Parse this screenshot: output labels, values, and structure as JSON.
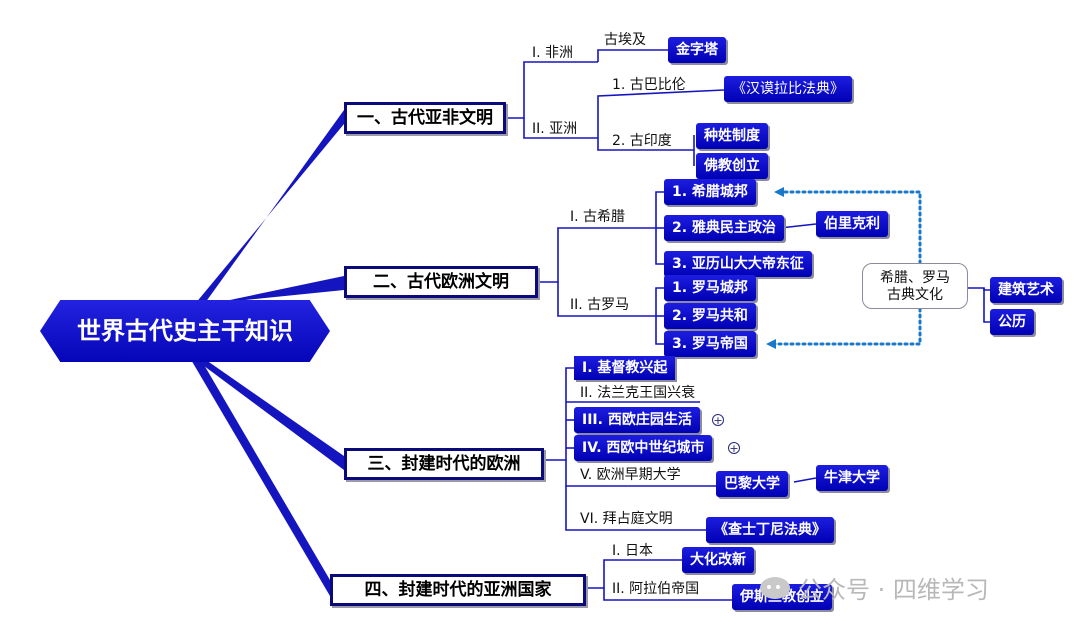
{
  "root": "世界古代史主干知识",
  "branches": {
    "b1": {
      "label": "一、古代亚非文明",
      "africa": {
        "label": "I. 非洲",
        "egypt": "古埃及",
        "pyramid": "金字塔"
      },
      "asia": {
        "label": "II. 亚洲",
        "babylon": "1. 古巴比伦",
        "hammurabi": "《汉谟拉比法典》",
        "india": "2. 古印度",
        "caste": "种姓制度",
        "buddhism": "佛教创立"
      }
    },
    "b2": {
      "label": "二、古代欧洲文明",
      "greece": {
        "label": "I. 古希腊",
        "city_states": "1. 希腊城邦",
        "athens": "2. 雅典民主政治",
        "pericles": "伯里克利",
        "alexander": "3. 亚历山大大帝东征"
      },
      "rome": {
        "label": "II. 古罗马",
        "city_state": "1. 罗马城邦",
        "republic": "2. 罗马共和",
        "empire": "3. 罗马帝国"
      },
      "classical": {
        "line1": "希腊、罗马",
        "line2": "古典文化",
        "architecture": "建筑艺术",
        "calendar": "公历"
      }
    },
    "b3": {
      "label": "三、封建时代的欧洲",
      "christianity": "I. 基督教兴起",
      "franks": "II. 法兰克王国兴衰",
      "manor": "III. 西欧庄园生活",
      "cities": "IV. 西欧中世纪城市",
      "universities": "V. 欧洲早期大学",
      "paris": "巴黎大学",
      "oxford": "牛津大学",
      "byzantine": "VI. 拜占庭文明",
      "justinian": "《查士丁尼法典》"
    },
    "b4": {
      "label": "四、封建时代的亚洲国家",
      "japan": "I. 日本",
      "taika": "大化改新",
      "arab": "II. 阿拉伯帝国",
      "islam": "伊斯兰教创立"
    }
  },
  "watermark": {
    "text": "公众号 · 四维学习",
    "icon": "wechat-icon"
  },
  "colors": {
    "node_blue": "#0a0ad0",
    "line_blue": "#1515c0",
    "dotted": "#1a78c8"
  }
}
